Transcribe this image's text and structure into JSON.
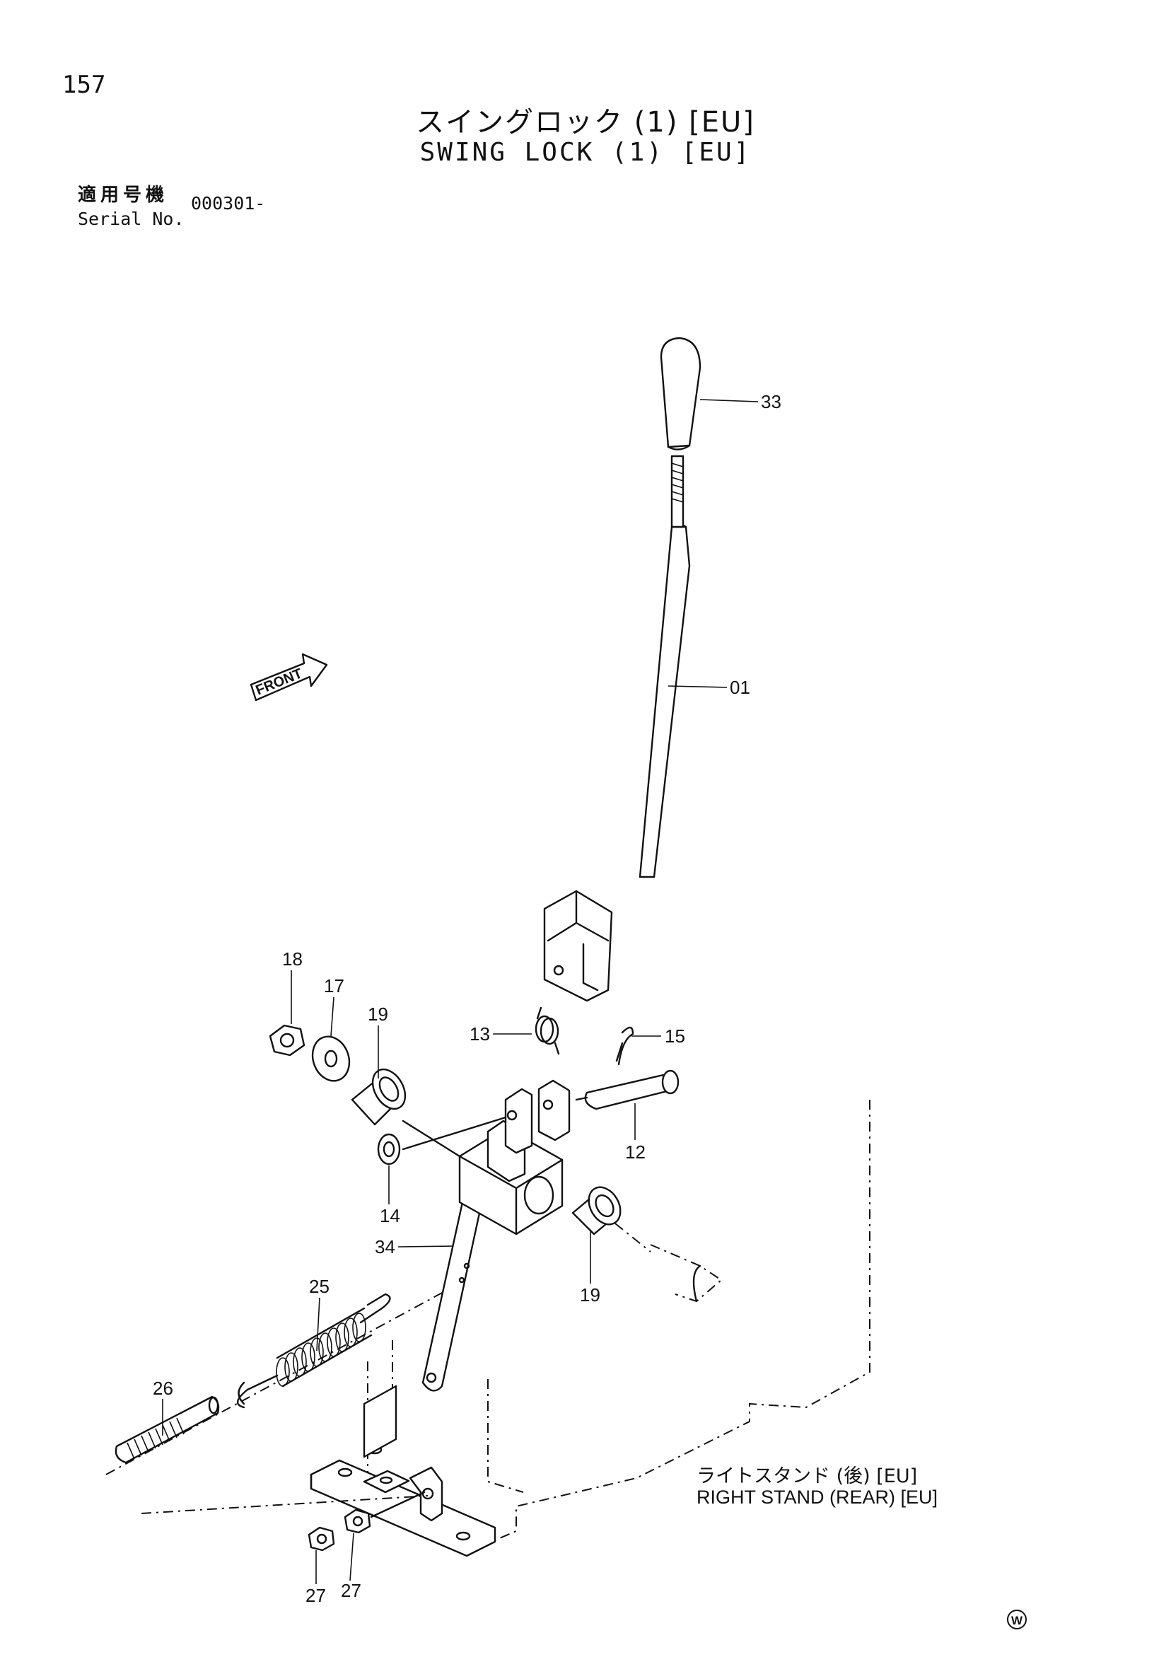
{
  "header": {
    "page_number": "157",
    "title_jp": "スイングロック (1) [EU]",
    "title_en": "SWING LOCK (1) [EU]",
    "serial_label_jp": "適用号機",
    "serial_label_en": "Serial No.",
    "serial_value": "000301-"
  },
  "diagram": {
    "front_label": "FRONT",
    "callouts": {
      "p33": "33",
      "p01": "01",
      "p18": "18",
      "p17": "17",
      "p19a": "19",
      "p13": "13",
      "p15": "15",
      "p12": "12",
      "p14": "14",
      "p34": "34",
      "p19b": "19",
      "p25": "25",
      "p26": "26",
      "p27a": "27",
      "p27b": "27"
    },
    "stand_label_jp": "ライトスタンド (後) [EU]",
    "stand_label_en": "RIGHT STAND (REAR) [EU]",
    "corner_mark": "W"
  }
}
